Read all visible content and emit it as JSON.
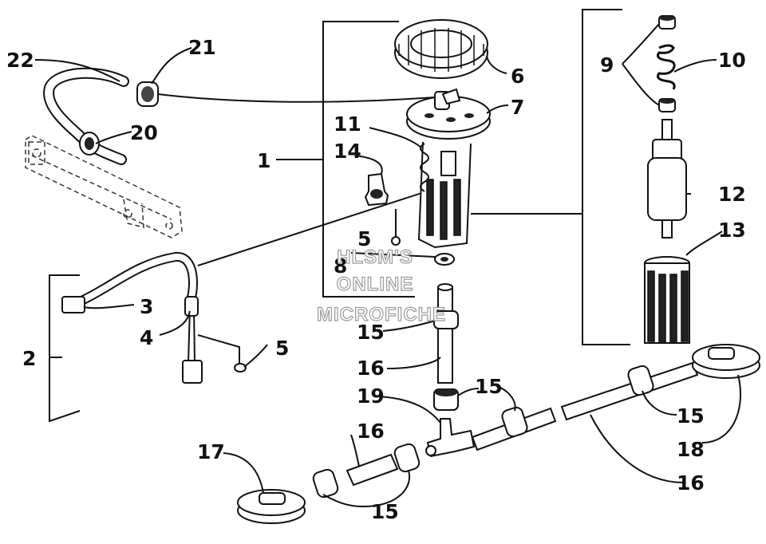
{
  "callouts": {
    "c1": "1",
    "c2": "2",
    "c3": "3",
    "c4": "4",
    "c5a": "5",
    "c5b": "5",
    "c6": "6",
    "c7": "7",
    "c8": "8",
    "c9": "9",
    "c10": "10",
    "c11": "11",
    "c12": "12",
    "c13": "13",
    "c14": "14",
    "c15a": "15",
    "c15b": "15",
    "c15c": "15",
    "c15d": "15",
    "c16a": "16",
    "c16b": "16",
    "c16c": "16",
    "c17": "17",
    "c18": "18",
    "c19": "19",
    "c20": "20",
    "c21": "21",
    "c22": "22"
  },
  "watermark": {
    "line1": "HLSM'S",
    "line2": "ONLINE",
    "line3": "MICROFICHE"
  }
}
